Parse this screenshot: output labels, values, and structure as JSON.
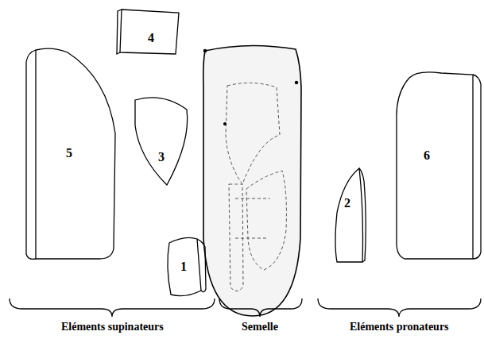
{
  "diagram": {
    "nodes": [
      {
        "text": [
          "4"
        ]
      },
      {
        "text": [
          "5"
        ]
      },
      {
        "text": [
          "3"
        ]
      },
      {
        "text": [
          "6"
        ]
      },
      {
        "text": [
          "2"
        ]
      },
      {
        "text": [
          "1"
        ]
      }
    ],
    "labels": [
      "Eléments supinateurs",
      "Semelle",
      "Eléments pronateurs"
    ]
  }
}
